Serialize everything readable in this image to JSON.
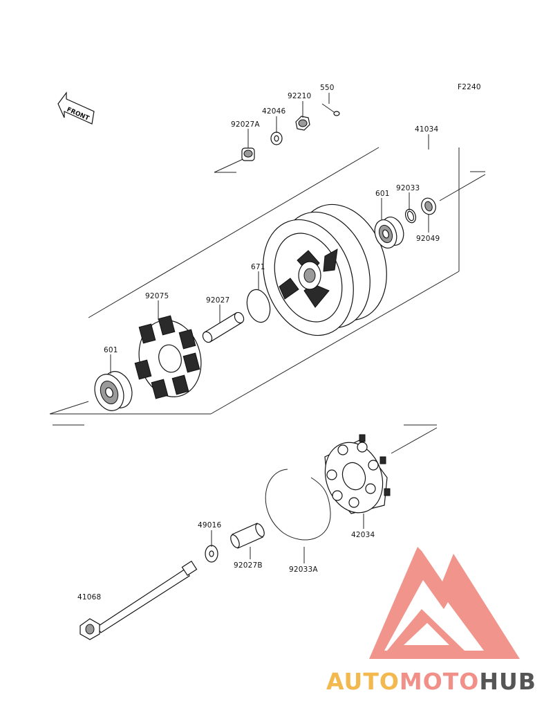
{
  "figure_code": "F2240",
  "front_arrow_label": "FRONT",
  "watermark": {
    "part1": "AUTO",
    "part2": "MOTO",
    "part3": "HUB",
    "color_auto": "#f3b84e",
    "color_moto": "#f19088",
    "color_hub": "#555555",
    "logo_color": "#f08a80"
  },
  "parts": {
    "p550": "550",
    "p92210": "92210",
    "p42046": "42046",
    "p92027A": "92027A",
    "p41034": "41034",
    "p601_top": "601",
    "p92033": "92033",
    "p92049": "92049",
    "p671": "671",
    "p92075": "92075",
    "p92027": "92027",
    "p601_left": "601",
    "p42034": "42034",
    "p49016": "49016",
    "p92027B": "92027B",
    "p92033A": "92033A",
    "p41068": "41068"
  }
}
